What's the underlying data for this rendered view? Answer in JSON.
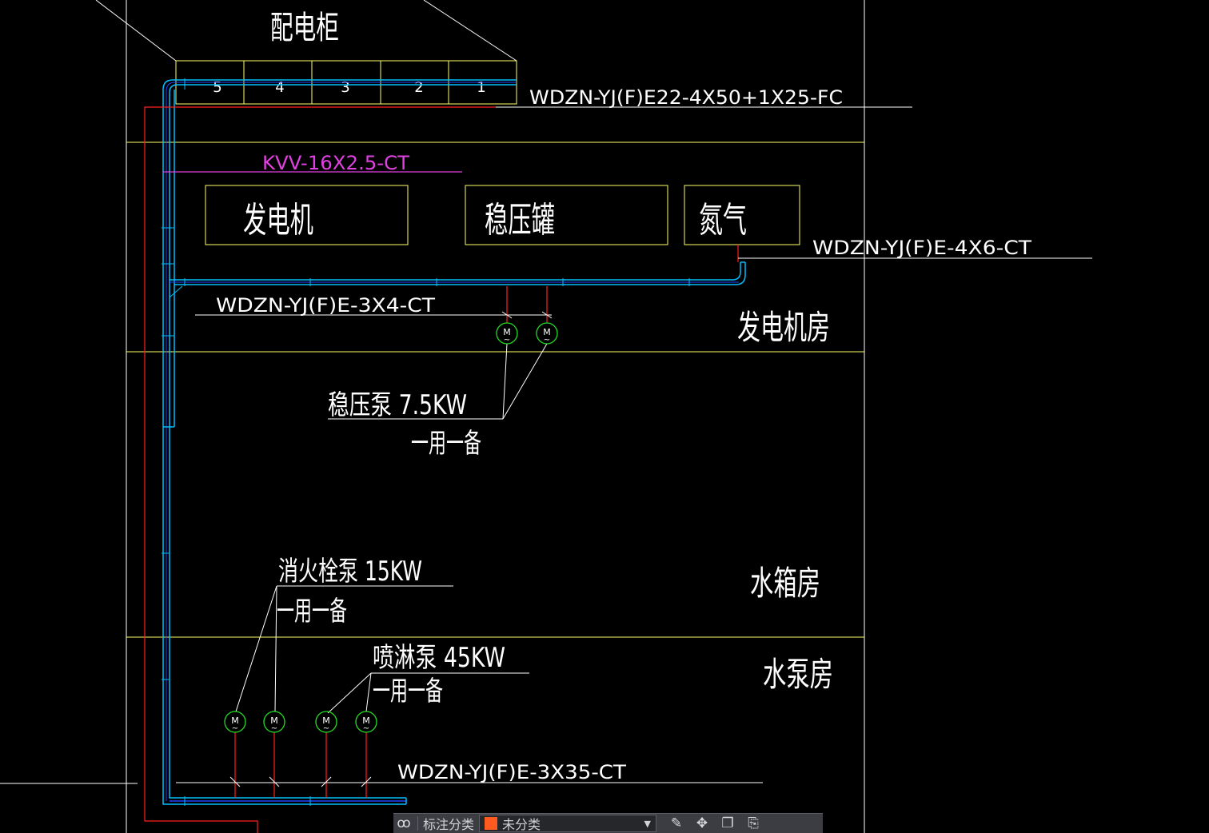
{
  "colors": {
    "background": "#000000",
    "frame_line": "#ffffff",
    "room_line": "#ffff66",
    "tray": "#00bfff",
    "tray_inner": "#2244ff",
    "cable_red": "#ff2020",
    "control_cable": "#e040e0",
    "motor": "#22dd22",
    "text": "#ffffff",
    "toolbar_bg": "#3b3d42",
    "category_swatch": "#ff5a1f"
  },
  "labels": {
    "cabinet_title": "配电柜",
    "cabinet_slots": [
      "5",
      "4",
      "3",
      "2",
      "1"
    ],
    "main_feeder": "WDZN-YJ(F)E22-4X50+1X25-FC",
    "control_cable": "KVV-16X2.5-CT",
    "generator": "发电机",
    "pressure_tank": "稳压罐",
    "nitrogen": "氮气",
    "nitrogen_cable": "WDZN-YJ(F)E-4X6-CT",
    "pump_cable_small": "WDZN-YJ(F)E-3X4-CT",
    "generator_room": "发电机房",
    "stabilizer_pump": "稳压泵 7.5KW",
    "stabilizer_duty": "一用一备",
    "hydrant_pump": "消火栓泵 15KW",
    "hydrant_duty": "一用一备",
    "tank_room": "水箱房",
    "sprinkler_pump": "喷淋泵 45KW",
    "sprinkler_duty": "一用一备",
    "pump_room": "水泵房",
    "pump_cable_large": "WDZN-YJ(F)E-3X35-CT",
    "motor_symbol": "M",
    "motor_tilde": "~"
  },
  "toolbar": {
    "grid_icon": "ꝏ",
    "category_label": "标注分类",
    "category_value": "未分类",
    "caret": "▼",
    "edit_icon": "✎",
    "move_icon": "✥",
    "copy_icon": "❐",
    "paste_icon": "⎘"
  }
}
